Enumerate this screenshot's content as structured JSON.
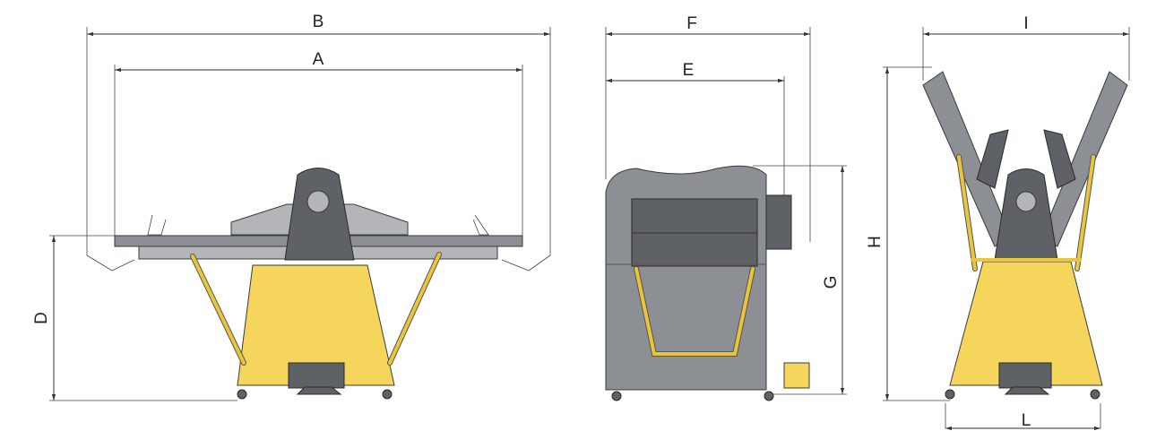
{
  "diagram": {
    "side_view": {
      "labels": {
        "B": "B",
        "A": "A",
        "D": "D"
      }
    },
    "end_view": {
      "labels": {
        "F": "F",
        "E": "E",
        "G": "G"
      }
    },
    "folded_view": {
      "labels": {
        "I": "I",
        "H": "H",
        "L": "L"
      }
    }
  },
  "colors": {
    "frame": "#8c8f94",
    "base": "#f6d55c"
  }
}
